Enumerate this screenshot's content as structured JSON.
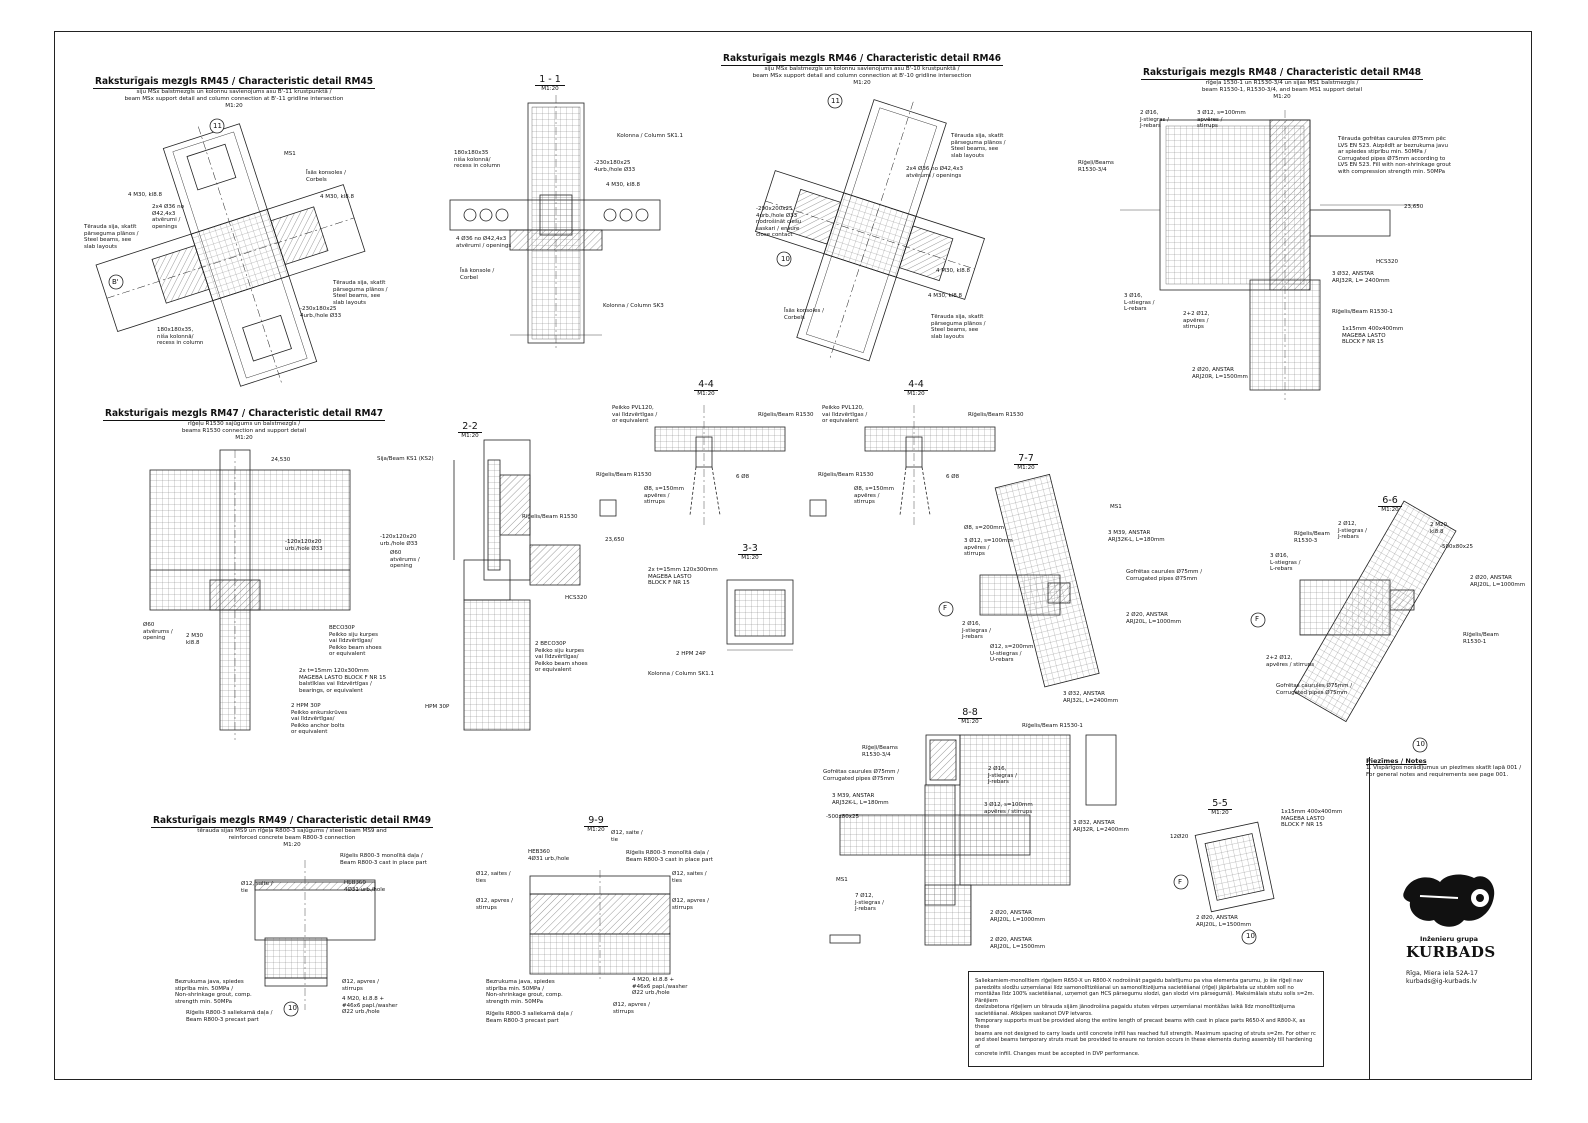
{
  "details": [
    {
      "main": "Raksturīgais mezgls RM45 / Characteristic detail RM45",
      "sub": [
        "siju MSx balstmezgls un kolonnu savienojums asu B'-11 krustpunktā /",
        "beam MSx support detail and column connection at B'-11 gridline intersection"
      ],
      "scale": "M1:20"
    },
    {
      "main": "Raksturīgais mezgls RM46 / Characteristic detail RM46",
      "sub": [
        "siju MSx balstmezgls un kolonnu savienojums asu B'-10 krustpunktā /",
        "beam MSx support detail and column connection at B'-10 gridline intersection"
      ],
      "scale": "M1:20"
    },
    {
      "main": "Raksturīgais mezgls RM48 / Characteristic detail RM48",
      "sub": [
        "rīģeļa 1530-1 un R1530-3/4 un sijas MS1 balstmezgls /",
        "beam R1530-1, R1530-3/4, and beam MS1 support detail"
      ],
      "scale": "M1:20"
    },
    {
      "main": "Raksturīgais mezgls RM47 / Characteristic detail RM47",
      "sub": [
        "rīģeļu R1530 sajūgums un balstmezgls /",
        "beams R1530 connection and support detail"
      ],
      "scale": "M1:20"
    },
    {
      "main": "Raksturīgais mezgls RM49 / Characteristic detail RM49",
      "sub": [
        "tērauda sijas MS9 un rīģeļa R800-3 sajūgums / steel beam MS9 and",
        "reinforced concrete beam R800-3 connection"
      ],
      "scale": "M1:20"
    }
  ],
  "sections": [
    {
      "num": "1 - 1",
      "scale": "M1:20"
    },
    {
      "num": "2-2",
      "scale": "M1:20"
    },
    {
      "num": "4-4",
      "scale": "M1:20"
    },
    {
      "num": "4-4",
      "scale": "M1:20"
    },
    {
      "num": "3-3",
      "scale": "M1:20"
    },
    {
      "num": "7-7",
      "scale": "M1:20"
    },
    {
      "num": "6-6",
      "scale": "M1:20"
    },
    {
      "num": "8-8",
      "scale": "M1:20"
    },
    {
      "num": "5-5",
      "scale": "M1:20"
    },
    {
      "num": "9-9",
      "scale": "M1:20"
    }
  ],
  "labels": {
    "rm45": [
      "MS1",
      "Īsās konsoles /",
      "Corbels",
      "4 M30, kl8.8",
      "2x4 Ø36 no",
      "Ø42,4x3",
      "atvērumi /",
      "openings",
      "Tērauda sija, skatīt",
      "pārseguma plānos /",
      "Steel beams, see",
      "slab layouts",
      "-230x180x25",
      "4urb./hole Ø33",
      "180x180x35,",
      "niša kolonnā/",
      "recess in column",
      "11",
      "B'"
    ],
    "s11": [
      "Kolonna / Column SK1.1",
      "180x180x35",
      "niša kolonnā/",
      "recess in column",
      "-230x180x25",
      "4urb./hole Ø33",
      "4 M30, kl8.8",
      "4 Ø36 no Ø42,4x3",
      "atvērumi / openings",
      "Īsā konsole /",
      "Corbel",
      "Kolonna / Column SK3"
    ],
    "rm46": [
      "10",
      "Tērauda sija, skatīt",
      "pārseguma plānos /",
      "Steel beams, see",
      "slab layouts",
      "2x4 Ø36 no Ø42,4x3",
      "atvērumi / openings",
      "-290x200x25",
      "4urb./hole Ø33",
      "nodrošināt ciešu",
      "saskari / ensure",
      "close contact",
      "4 M30, kl8.8",
      "Īsās konsoles /",
      "Corbels"
    ],
    "rm48": [
      "2 Ø16,",
      "J-stiegras /",
      "J-rebars",
      "3 Ø12, s=100mm",
      "apvēres /",
      "stirrups",
      "Rīģeļi/Beams",
      "R1530-3/4",
      "Tērauda gofrētas caurules Ø75mm pēc",
      "LVS EN 523. Aizpildīt ar bezrukuma javu",
      "ar spiedes stiprību min. 50MPa /",
      "Corrugated pipes Ø75mm according to",
      "LVS EN 523. Fill with non-shrinkage grout",
      "with compression strength min. 50MPa",
      "23,650",
      "HCS320",
      "3 Ø32, ANSTAR",
      "ARJ32R, L= 2400mm",
      "Rīģelis/Beam R1530-1",
      "3 Ø16,",
      "L-stiegras /",
      "L-rebars",
      "2+2 Ø12,",
      "apvēres /",
      "stirrups",
      "1x15mm 400x400mm",
      "MAGEBA LASTO",
      "BLOCK F NR 15",
      "2 Ø20, ANSTAR",
      "ARJ20R, L=1500mm"
    ],
    "rm47": [
      "24,530",
      "-120x120x20",
      "urb./hole Ø33",
      "Ø60",
      "atvērums /",
      "opening",
      "2 M30",
      "kl8.8",
      "BECO30P",
      "Peikko siju kurpes",
      "vai līdzvērtīgas/",
      "Peikko beam shoes",
      "or equivalent",
      "2x t=15mm 120x300mm",
      "MAGEBA LASTO BLOCK F NR 15",
      "balstīklas vai līdzvērtīgas /",
      "bearings, or equivalent",
      "2 HPM 30P",
      "Peikko enkurskrūves",
      "vai līdzvērtīgas/",
      "Peikko anchor bolts",
      "or equivalent"
    ],
    "s22": [
      "Sija/Beam KS1 (KS2)",
      "Rīģelis/Beam R1530",
      "-120x120x20",
      "urb./hole Ø33",
      "Ø60",
      "atvērums /",
      "opening",
      "23,650",
      "HCS320",
      "2 BECO30P",
      "Peikko siju kurpes",
      "vai līdzvērtīgas/",
      "Peikko beam shoes",
      "or equivalent",
      "HPM 30P"
    ],
    "s44a": [
      "Peikko PVL120,",
      "vai līdzvērtīgas /",
      "or equivalent",
      "Rīģelis/Beam R1530",
      "Rīģelis/Beam R1530",
      "Ø8, s=150mm",
      "apvēres /",
      "stirrups",
      "6 Ø8"
    ],
    "s44b": [
      "Peikko PVL120,",
      "vai līdzvērtīgas /",
      "or equivalent",
      "Rīģelis/Beam R1530",
      "Rīģelis/Beam R1530",
      "Ø8, s=150mm",
      "apvēres /",
      "stirrups",
      "6 Ø8"
    ],
    "s33": [
      "2x t=15mm 120x300mm",
      "MAGEBA LASTO",
      "BLOCK F NR 15",
      "2 HPM 24P",
      "Kolonna / Column SK1.1"
    ],
    "s77": [
      "MS1",
      "Ø8, s=200mm",
      "3 M39, ANSTAR",
      "ARJ32K-L, L=180mm",
      "3 Ø12, s=100mm",
      "apvēres /",
      "stirrups",
      "Gofrētas caurules Ø75mm /",
      "Corrugated pipes Ø75mm",
      "2 Ø16,",
      "J-stiegras /",
      "J-rebars",
      "Ø12, s=200mm",
      "U-stiegras /",
      "U-rebars",
      "2 Ø20, ANSTAR",
      "ARJ20L, L=1000mm",
      "3 Ø32, ANSTAR",
      "ARJ32L, L=2400mm",
      "F"
    ],
    "s66": [
      "Rīģelis/Beam",
      "R1530-3",
      "2 Ø12,",
      "J-stiegras /",
      "J-rebars",
      "3 Ø16,",
      "L-stiegras /",
      "L-rebars",
      "2 M20,",
      "kl8.8",
      "-500x80x25",
      "2 Ø20, ANSTAR",
      "ARJ20L, L=1000mm",
      "Rīģelis/Beam",
      "R1530-1",
      "2+2 Ø12,",
      "apvēres / stirrups",
      "Gofrētas caurules Ø75mm /",
      "Corrugated pipes Ø75mm",
      "10",
      "F"
    ],
    "s88": [
      "Rīģelis/Beam R1530-1",
      "Rīģeļi/Beams",
      "R1530-3/4",
      "Gofrētas caurules Ø75mm /",
      "Corrugated pipes Ø75mm",
      "3 M39, ANSTAR",
      "ARJ32K-L, L=180mm",
      "-500x80x25",
      "2 Ø16,",
      "J-stiegras /",
      "J-rebars",
      "3 Ø12, s=100mm",
      "apvēres / stirrups",
      "3 Ø32, ANSTAR",
      "ARJ32R, L=2400mm",
      "MS1",
      "7 Ø12,",
      "J-stiegras /",
      "J-rebars",
      "2 Ø20, ANSTAR",
      "ARJ20L, L=1000mm",
      "2 Ø20, ANSTAR",
      "ARJ20L, L=1500mm"
    ],
    "s55": [
      "1x15mm 400x400mm",
      "MAGEBA LASTO",
      "BLOCK F NR 15",
      "12Ø20",
      "F",
      "2 Ø20, ANSTAR",
      "ARJ20L, L=1500mm",
      "10"
    ],
    "rm49": [
      "Rīģelis R800-3 monolītā daļa /",
      "Beam R800-3 cast in place part",
      "HEB360",
      "4Ø31 urb./hole",
      "Ø12, saite /",
      "tie",
      "Bezrukuma java, spiedes",
      "stiprība min. 50MPa /",
      "Non-shrinkage grout, comp.",
      "strength min. 50MPa",
      "Rīģelis R800-3 saliekamā daļa /",
      "Beam R800-3 precast part",
      "Ø12, apvres /",
      "stirrups",
      "4 M20, kl.8.8 +",
      "#46x6 papl./washer",
      "Ø22 urb./hole",
      "10"
    ],
    "s99": [
      "HEB360",
      "4Ø31 urb./hole",
      "Ø12, saite /",
      "tie",
      "Rīģelis R800-3 monolītā daļa /",
      "Beam R800-3 cast in place part",
      "Ø12, saites /",
      "ties",
      "Ø12, apvres /",
      "stirrups",
      "Bezrukuma java, spiedes",
      "stiprība min. 50MPa /",
      "Non-shrinkage grout, comp.",
      "strength min. 50MPa",
      "Rīģelis R800-3 saliekamā daļa /",
      "Beam R800-3 precast part",
      "4 M20, kl.8.8 +",
      "#46x6 papl./washer",
      "Ø22 urb./hole",
      "Ø12, apvres /",
      "stirrups"
    ]
  },
  "notes": {
    "heading": "Piezīmes / Notes",
    "lines": [
      "1. Vispārīgos norādījumus un piezīmes skatīt lapā 001 /",
      "For general notes and requirements see page 001."
    ]
  },
  "infobox": [
    "Saliekamiem-monolītiem rīģeļiem R650-X un R800-X nodrošināt pagaidu balstījumu pa visa elementa garumu, jo šie rīģeļi nav",
    "paredzēts slodžu uzņemšanai līdz samonolītizēšanai un samonolītizējuma sacietēšanai (rīģeļi jāpārbalsta uz stutēm solī no",
    "montāžas līdz 100% sacietēšanai, uzņemot gan HCS pārsegumu slodzi, gan slodzi virs pārsegumā). Maksimālais stutu solis s=2m. Pārējiem",
    "dzelzsbetona rīģeļiem un tērauda sijām jānodrošina pagaidu stutes vērpes uzņemšanai montāžas laikā līdz monolītizējuma",
    "sacietēšanai. Atkāpes saskanot DVP ietvaros.",
    "Temporary supports must be provided along the entire length of precast beams with cast in place parts R650-X and R800-X, as these",
    "beams are not designed to carry loads until concrete infill has reached full strength. Maximum spacing of struts s=2m. For other rc",
    "and steel beams temporary struts must be provided to ensure no torsion occurs in these elements during assembly till hardening of",
    "concrete infill. Changes must be accepted in DVP performance."
  ],
  "company": {
    "small": "Inženieru grupa",
    "big": "KURBADS",
    "address": "Rīga, Miera iela 52A-17",
    "email": "kurbads@ig-kurbads.lv"
  }
}
